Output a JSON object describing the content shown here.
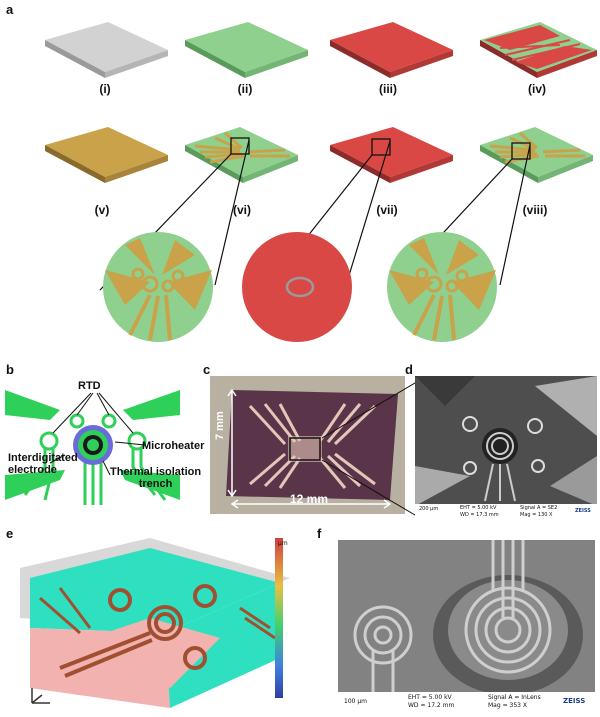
{
  "panels": {
    "a": {
      "label": "a",
      "steps": [
        "(i)",
        "(ii)",
        "(iii)",
        "(iv)",
        "(v)",
        "(vi)",
        "(vii)",
        "(viii)"
      ]
    },
    "b": {
      "label": "b",
      "rtd": "RTD",
      "microheater": "Microheater",
      "interdigitated": "Interdigitated\nelectrode",
      "trench": "Thermal isolation\ntrench"
    },
    "c": {
      "label": "c",
      "height": "7 mm",
      "width": "12 mm"
    },
    "d": {
      "label": "d",
      "scale": "200 μm",
      "eht": "EHT = 5.00 kV",
      "wd": "WD = 17.3 mm",
      "signal": "Signal A = SE2",
      "mag": "Mag = 130 X",
      "brand": "ZEISS"
    },
    "e": {
      "label": "e",
      "unit": "μm"
    },
    "f": {
      "label": "f",
      "scale": "100 μm",
      "eht": "EHT = 5.00 kV",
      "wd": "WD = 17.2 mm",
      "signal": "Signal A = InLens",
      "mag": "Mag = 353 X",
      "brand": "ZEISS"
    }
  },
  "colors": {
    "grey": "#cfcfcf",
    "green": "#8fd08f",
    "red": "#d94845",
    "gold": "#c9a24a",
    "bright_green": "#2fd05a",
    "teal": "#2fe0c0",
    "pink": "#f2b3b0"
  }
}
